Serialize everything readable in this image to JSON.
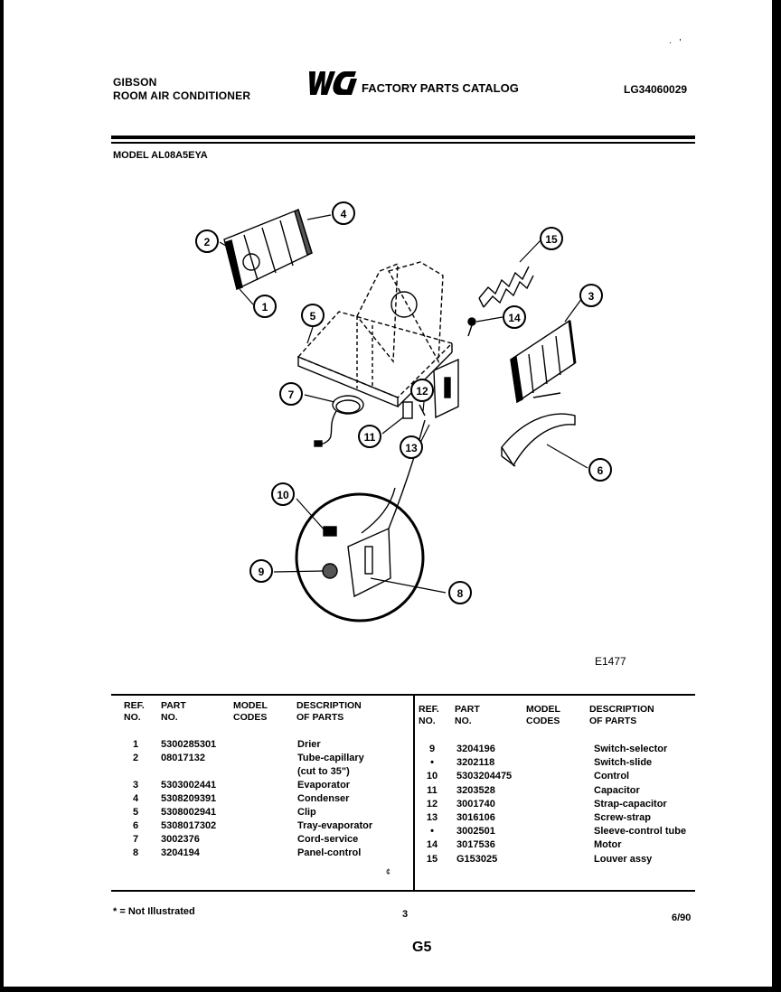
{
  "header": {
    "brand": "GIBSON",
    "product": "ROOM AIR CONDITIONER",
    "logo_text": "WCI",
    "catalog_title": "FACTORY PARTS CATALOG",
    "doc_number": "LG34060029"
  },
  "model": "MODEL AL08A5EYA",
  "diagram": {
    "drawing_code": "E1477",
    "callouts": [
      "1",
      "2",
      "3",
      "4",
      "5",
      "6",
      "7",
      "8",
      "9",
      "10",
      "11",
      "12",
      "13",
      "14",
      "15"
    ]
  },
  "table": {
    "headers": {
      "ref": "REF.\nNO.",
      "part": "PART\nNO.",
      "codes": "MODEL\nCODES",
      "desc": "DESCRIPTION\nOF PARTS"
    },
    "left_rows": [
      {
        "ref": "1",
        "part": "5300285301",
        "desc": "Drier"
      },
      {
        "ref": "2",
        "part": "08017132",
        "desc": "Tube-capillary"
      },
      {
        "ref": "",
        "part": "",
        "desc": "(cut to 35\")"
      },
      {
        "ref": "3",
        "part": "5303002441",
        "desc": "Evaporator"
      },
      {
        "ref": "4",
        "part": "5308209391",
        "desc": "Condenser"
      },
      {
        "ref": "5",
        "part": "5308002941",
        "desc": "Clip"
      },
      {
        "ref": "6",
        "part": "5308017302",
        "desc": "Tray-evaporator"
      },
      {
        "ref": "7",
        "part": "3002376",
        "desc": "Cord-service"
      },
      {
        "ref": "8",
        "part": "3204194",
        "desc": "Panel-control"
      }
    ],
    "right_rows": [
      {
        "ref": "9",
        "part": "3204196",
        "desc": "Switch-selector"
      },
      {
        "ref": "•",
        "part": "3202118",
        "desc": "Switch-slide"
      },
      {
        "ref": "10",
        "part": "5303204475",
        "desc": "Control"
      },
      {
        "ref": "11",
        "part": "3203528",
        "desc": "Capacitor"
      },
      {
        "ref": "12",
        "part": "3001740",
        "desc": "Strap-capacitor"
      },
      {
        "ref": "13",
        "part": "3016106",
        "desc": "Screw-strap"
      },
      {
        "ref": "•",
        "part": "3002501",
        "desc": "Sleeve-control tube"
      },
      {
        "ref": "14",
        "part": "3017536",
        "desc": "Motor"
      },
      {
        "ref": "15",
        "part": "G153025",
        "desc": "Louver assy"
      }
    ]
  },
  "footer": {
    "footnote": "* = Not Illustrated",
    "page": "3",
    "date": "6/90",
    "page_code": "G5"
  }
}
